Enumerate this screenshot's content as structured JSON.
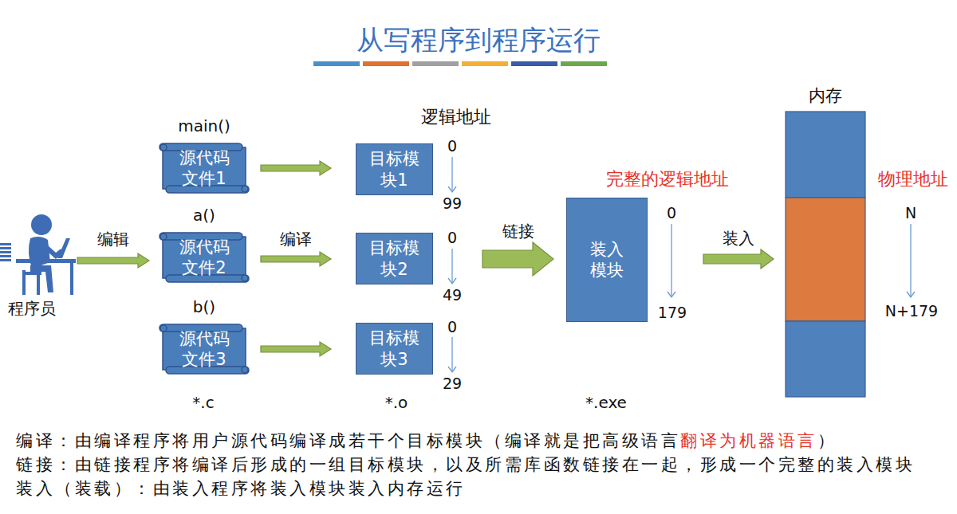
{
  "diagram": {
    "title": "从写程序到程序运行",
    "nodes": [
      {
        "text": [
          "程序员"
        ]
      },
      {
        "text": [
          "main()",
          "源代码 文件1"
        ]
      },
      {
        "text": [
          "a()",
          "源代码 文件2"
        ]
      },
      {
        "text": [
          "b()",
          "源代码 文件3"
        ]
      },
      {
        "text": [
          "目标模 块1"
        ]
      },
      {
        "text": [
          "目标模 块2"
        ]
      },
      {
        "text": [
          "目标模 块3"
        ]
      },
      {
        "text": [
          "装入 模块"
        ]
      },
      {
        "text": [
          "内存"
        ]
      }
    ],
    "edges": [
      {
        "from": 0,
        "to": 2,
        "arrow": "to",
        "label": "编辑"
      },
      {
        "from": 1,
        "to": 4,
        "arrow": "to"
      },
      {
        "from": 2,
        "to": 5,
        "arrow": "to",
        "label": "编译"
      },
      {
        "from": 3,
        "to": 6,
        "arrow": "to"
      },
      {
        "from": 5,
        "to": 7,
        "arrow": "to",
        "label": "链接"
      },
      {
        "from": 7,
        "to": 8,
        "arrow": "to",
        "label": "装入"
      }
    ],
    "labels": [
      "逻辑地址",
      "0",
      "99",
      "0",
      "49",
      "0",
      "29",
      "*.c",
      "*.o",
      "*.exe",
      "完整的逻辑地址",
      "0",
      "179",
      "物理地址",
      "N",
      "N+179",
      "编译：由编译程序将用户源代码编译成若干个目标模块（编译就是把高级语言",
      "翻译为机器语言",
      "）",
      "链接：由链接程序将编译后形成的一组目标模块，以及所需库函数链接在一起，形成一个完整的装入模块",
      "装入（装载）：由装入程序将装入模块装入内存运行"
    ]
  }
}
